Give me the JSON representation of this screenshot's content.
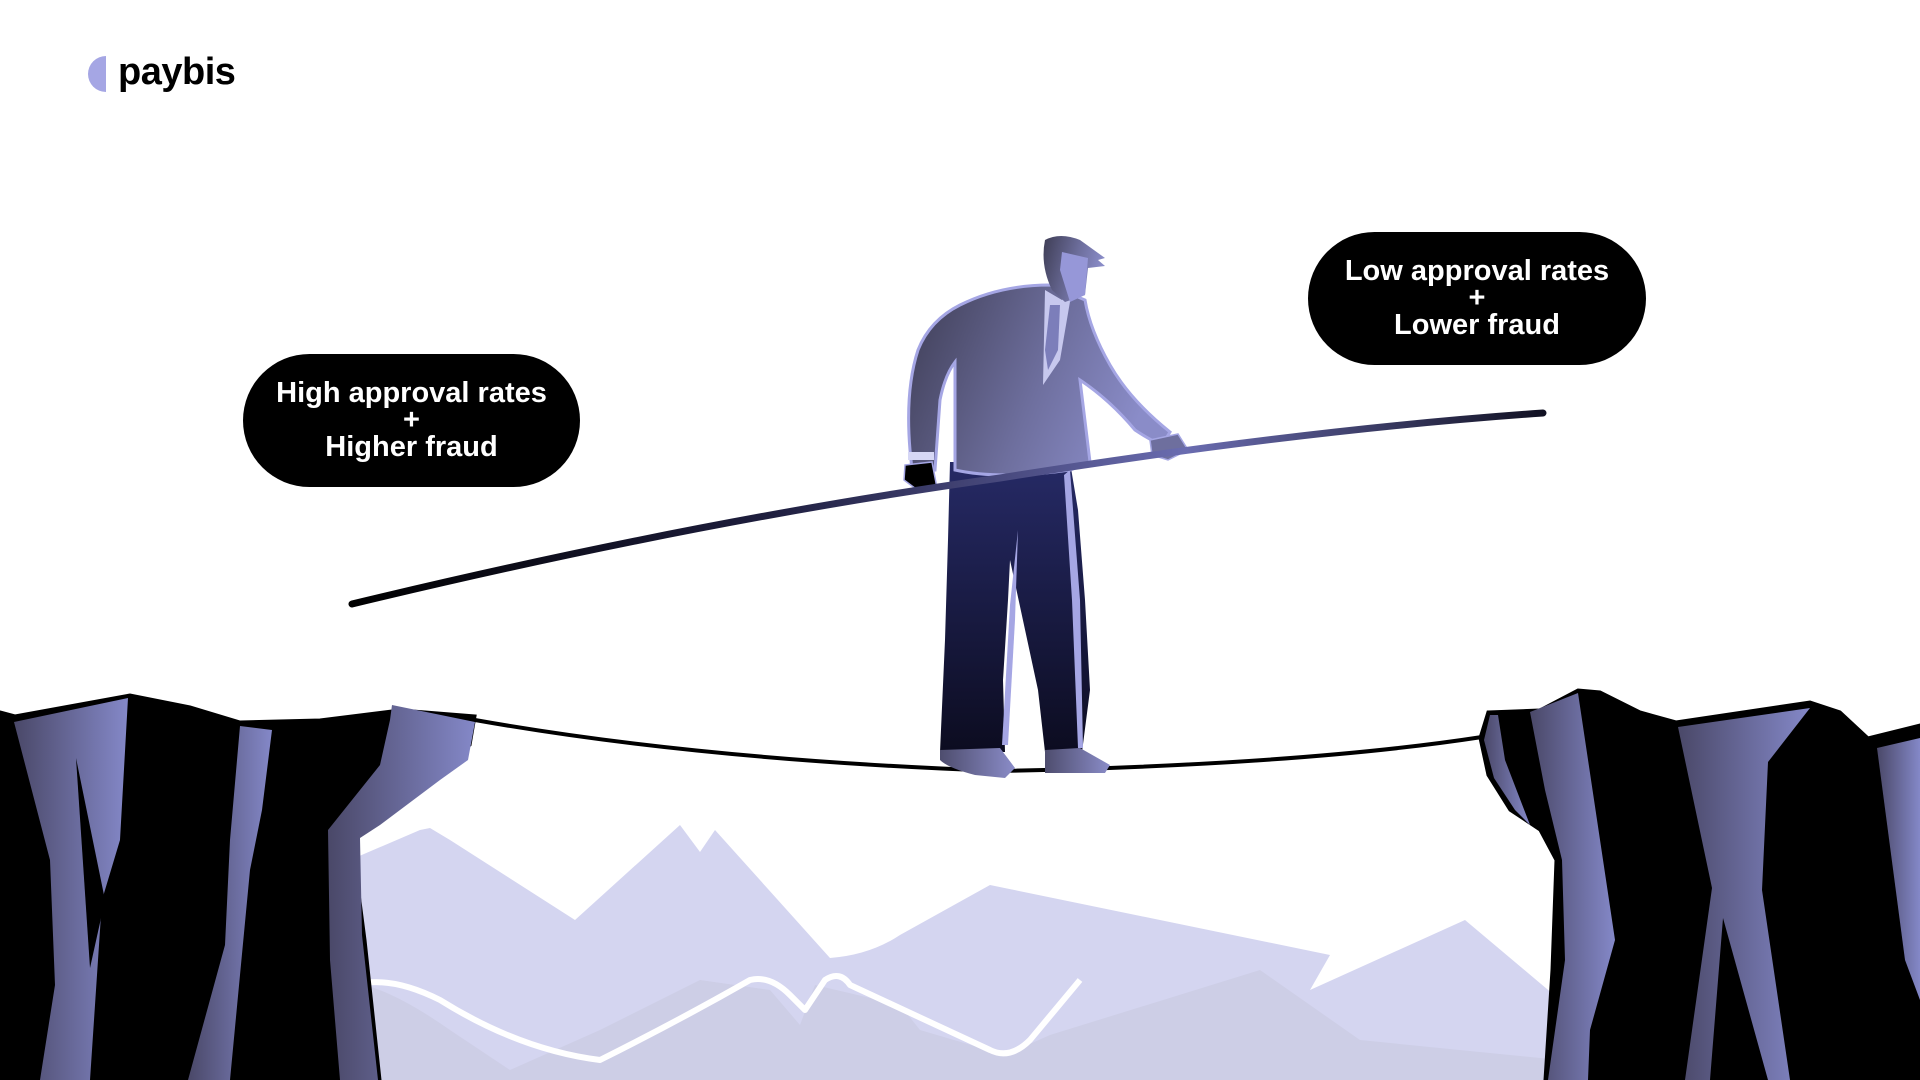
{
  "brand": {
    "logo_text": "paybis",
    "logo_mark_color": "#a5a6e4"
  },
  "left_bubble": {
    "line1": "High approval rates",
    "plus": "+",
    "line2": "Higher fraud"
  },
  "right_bubble": {
    "line1": "Low approval rates",
    "plus": "+",
    "line2": "Lower fraud"
  },
  "illustration": {
    "subject": "businessman balancing on tightrope between two cliffs holding a balance pole",
    "colors": {
      "suit_light": "#a5a6e4",
      "suit_mid": "#6e6f9e",
      "suit_dark": "#3e3d55",
      "trousers": "#1e2050",
      "cliff_black": "#000000",
      "cliff_highlight": "#8488c8",
      "mountains_back": "#d4d5f0",
      "mountains_front": "#cdcee6",
      "bubble_bg": "#000000",
      "bubble_text": "#ffffff"
    }
  }
}
